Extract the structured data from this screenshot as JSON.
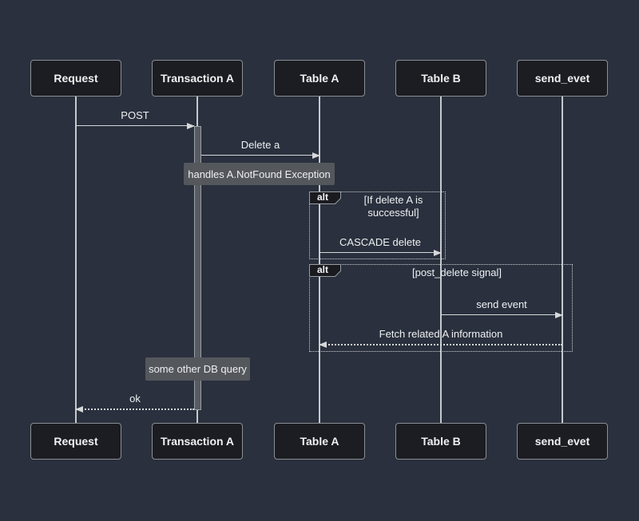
{
  "diagram": {
    "participants": [
      {
        "label": "Request"
      },
      {
        "label": "Transaction A"
      },
      {
        "label": "Table A"
      },
      {
        "label": "Table B"
      },
      {
        "label": "send_evet"
      }
    ],
    "messages": {
      "post": "POST",
      "delete_a": "Delete a",
      "cascade_delete": "CASCADE delete",
      "send_event": "send event",
      "fetch_related": "Fetch related A information",
      "ok": "ok"
    },
    "notes": {
      "exception": "handles A.NotFound Exception",
      "db_query": "some other DB query"
    },
    "frames": {
      "alt1": {
        "label": "alt",
        "condition": "[If delete A is successful]"
      },
      "alt2": {
        "label": "alt",
        "condition": "[post_delete signal]"
      }
    },
    "colors": {
      "background": "#2a303d",
      "actor_fill": "#1b1d22",
      "actor_border": "#8b8e93",
      "note_fill": "#54575c",
      "line": "#d6d8da",
      "text": "#eef0f2"
    }
  }
}
